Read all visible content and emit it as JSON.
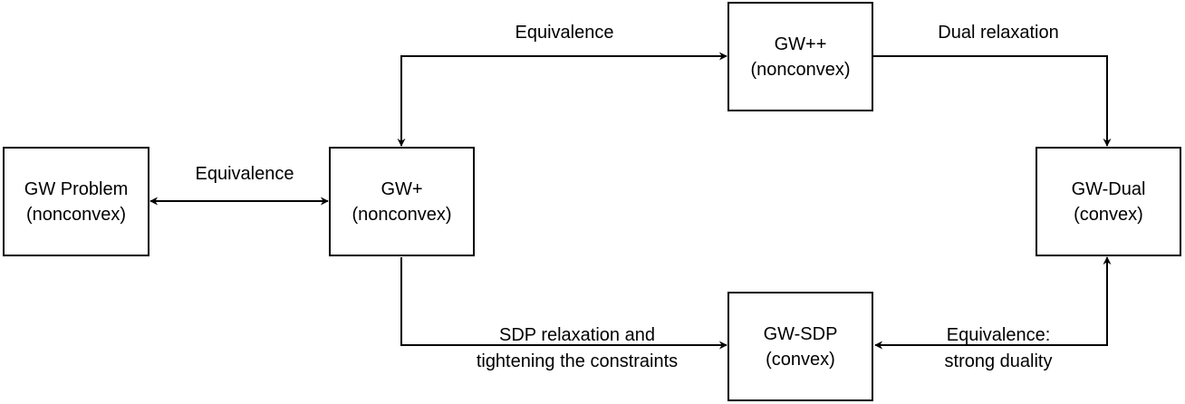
{
  "nodes": {
    "gw_problem": {
      "line1": "GW Problem",
      "line2": "(nonconvex)"
    },
    "gw_plus": {
      "line1": "GW+",
      "line2": "(nonconvex)"
    },
    "gw_plusplus": {
      "line1": "GW++",
      "line2": "(nonconvex)"
    },
    "gw_dual": {
      "line1": "GW-Dual",
      "line2": "(convex)"
    },
    "gw_sdp": {
      "line1": "GW-SDP",
      "line2": "(convex)"
    }
  },
  "edges": {
    "problem_plus": {
      "label": "Equivalence"
    },
    "plus_plusplus": {
      "label": "Equivalence"
    },
    "plusplus_dual": {
      "label": "Dual relaxation"
    },
    "plus_sdp": {
      "line1": "SDP relaxation and",
      "line2": "tightening the constraints"
    },
    "sdp_dual": {
      "line1": "Equivalence:",
      "line2": "strong duality"
    }
  }
}
